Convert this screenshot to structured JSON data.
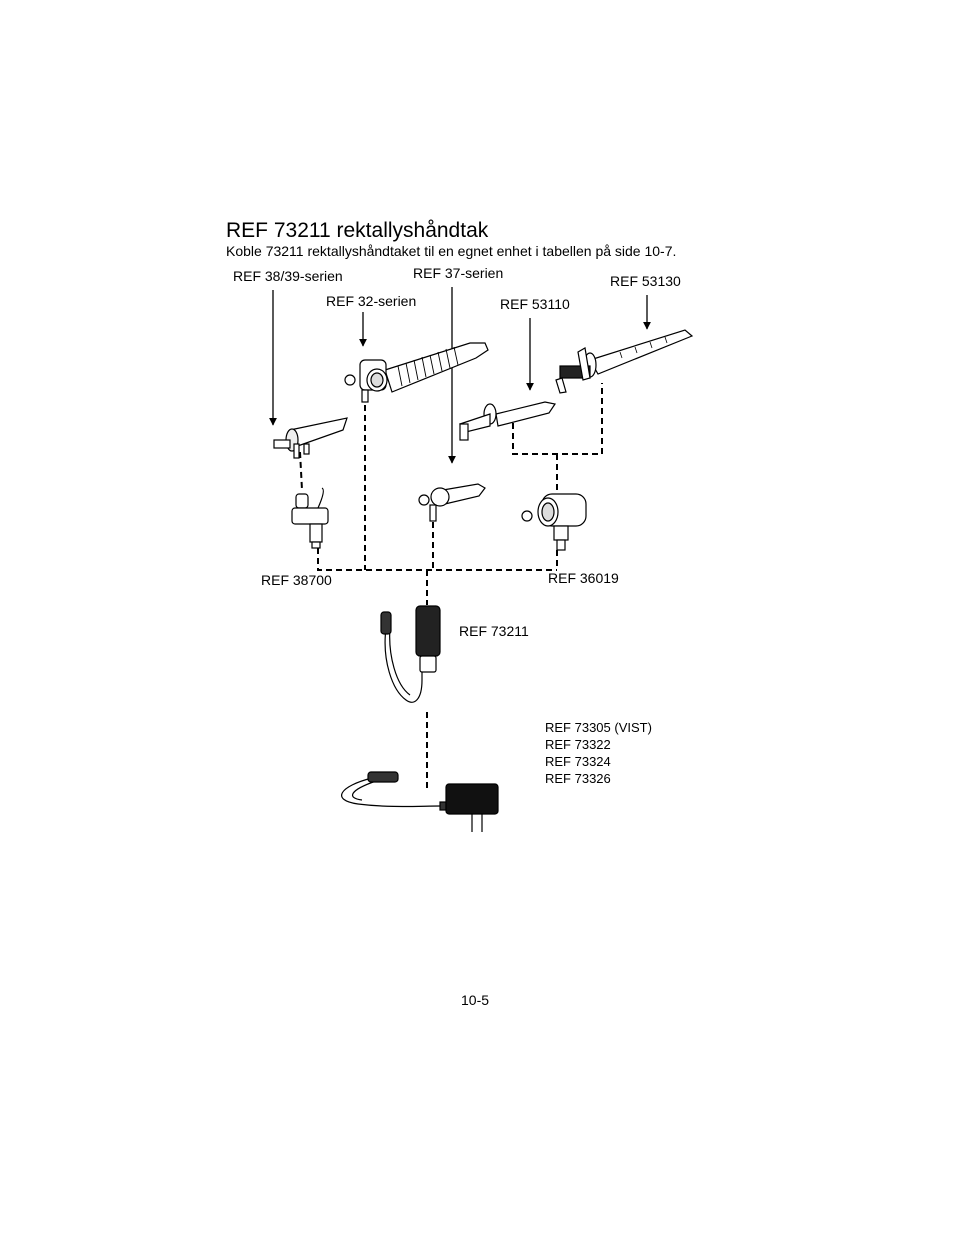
{
  "heading": {
    "title": "REF 73211 rektallyshåndtak",
    "intro": "Koble 73211 rektallyshåndtaket til en egnet enhet i tabellen på side 10-7."
  },
  "labels": {
    "ref_38_39": "REF 38/39-serien",
    "ref_32": "REF 32-serien",
    "ref_37": "REF 37-serien",
    "ref_53110": "REF 53110",
    "ref_53130": "REF 53130",
    "ref_38700": "REF 38700",
    "ref_36019": "REF 36019",
    "ref_73211": "REF 73211"
  },
  "transformers": [
    "REF 73305 (VIST)",
    "REF 73322",
    "REF 73324",
    "REF 73326"
  ],
  "footer": {
    "page_number": "10-5"
  }
}
